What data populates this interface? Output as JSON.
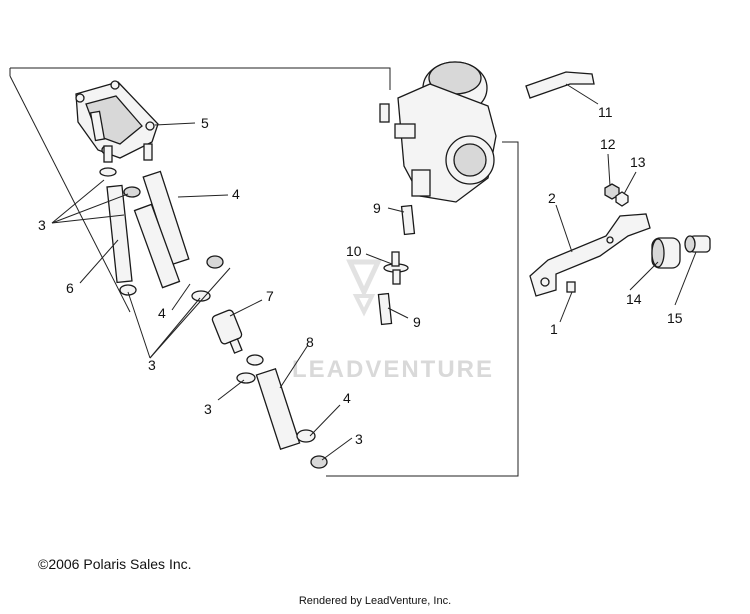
{
  "copyright": "©2006 Polaris Sales Inc.",
  "rendered_by": "Rendered by LeadVenture, Inc.",
  "watermark": "LEADVENTURE",
  "callouts": {
    "c5": "5",
    "c4a": "4",
    "c3a": "3",
    "c6": "6",
    "c4b": "4",
    "c3b": "3",
    "c7": "7",
    "c8": "8",
    "c3c": "3",
    "c4c": "4",
    "c3d": "3",
    "c9a": "9",
    "c10": "10",
    "c9b": "9",
    "c11": "11",
    "c12": "12",
    "c13": "13",
    "c2": "2",
    "c14": "14",
    "c15": "15",
    "c1": "1"
  },
  "icons": {
    "fuel_pump": "fuel-pump-icon",
    "carburetor": "carburetor-icon",
    "fuel_filter": "fuel-filter-icon",
    "mounting_bracket": "mounting-bracket-icon"
  }
}
